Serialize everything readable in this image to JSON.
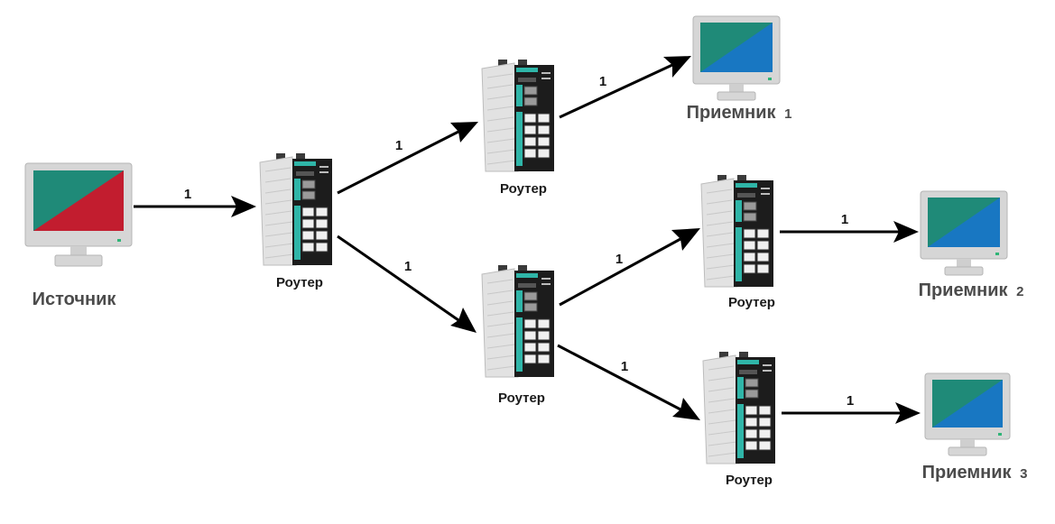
{
  "colors": {
    "monitor_frame": "#d8d8d8",
    "monitor_border": "#b8b8b8",
    "screen_teal": "#1f8a78",
    "screen_red": "#c21d2f",
    "screen_blue": "#1877c2",
    "router_body": "#dcdcdc",
    "router_panel": "#1c1c1c",
    "router_port": "#2fb5a8",
    "arrow": "#000000"
  },
  "nodes": {
    "source": {
      "label": "Источник",
      "type": "monitor",
      "screen": "red"
    },
    "router_a": {
      "label": "Роутер",
      "type": "router"
    },
    "router_b": {
      "label": "Роутер",
      "type": "router"
    },
    "router_c": {
      "label": "Роутер",
      "type": "router"
    },
    "router_d": {
      "label": "Роутер",
      "type": "router"
    },
    "router_e": {
      "label": "Роутер",
      "type": "router"
    },
    "receiver_1": {
      "label": "Приемник",
      "num": "1",
      "type": "monitor",
      "screen": "blue"
    },
    "receiver_2": {
      "label": "Приемник",
      "num": "2",
      "type": "monitor",
      "screen": "blue"
    },
    "receiver_3": {
      "label": "Приемник",
      "num": "3",
      "type": "monitor",
      "screen": "blue"
    }
  },
  "edges": [
    {
      "id": "e1",
      "from": "source",
      "to": "router_a",
      "label": "1"
    },
    {
      "id": "e2",
      "from": "router_a",
      "to": "router_b",
      "label": "1"
    },
    {
      "id": "e3",
      "from": "router_a",
      "to": "router_c",
      "label": "1"
    },
    {
      "id": "e4",
      "from": "router_b",
      "to": "receiver_1",
      "label": "1"
    },
    {
      "id": "e5",
      "from": "router_c",
      "to": "router_d",
      "label": "1"
    },
    {
      "id": "e6",
      "from": "router_c",
      "to": "router_e",
      "label": "1"
    },
    {
      "id": "e7",
      "from": "router_d",
      "to": "receiver_2",
      "label": "1"
    },
    {
      "id": "e8",
      "from": "router_e",
      "to": "receiver_3",
      "label": "1"
    }
  ]
}
